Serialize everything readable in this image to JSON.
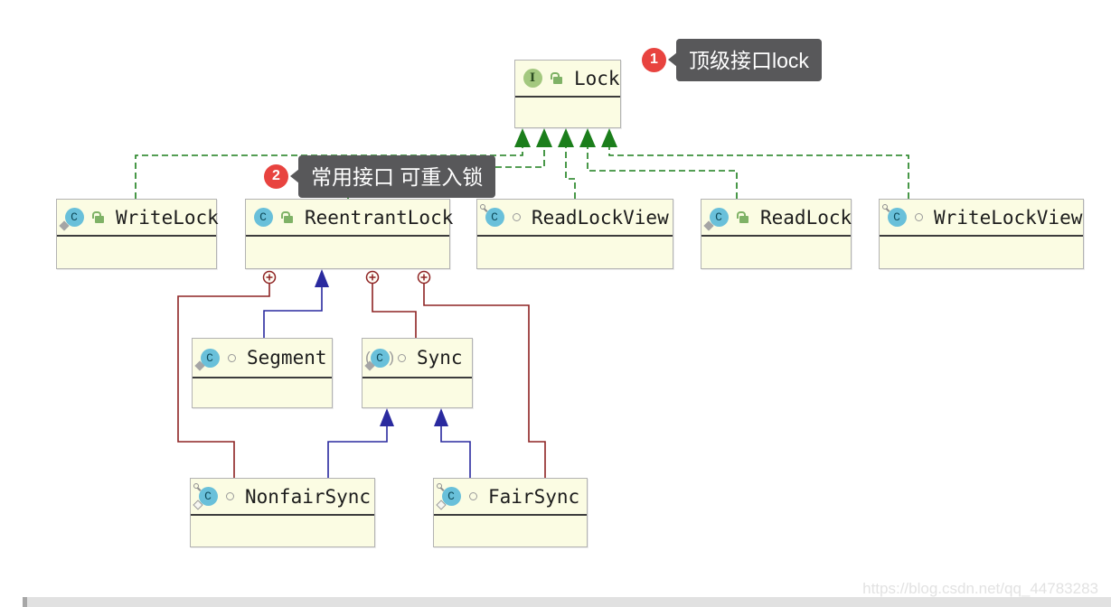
{
  "diagram": {
    "nodes": {
      "lock": {
        "name": "Lock",
        "kind": "interface",
        "visibility": "public"
      },
      "writeLock": {
        "name": "WriteLock",
        "kind": "static-class",
        "visibility": "public"
      },
      "reentrantLock": {
        "name": "ReentrantLock",
        "kind": "class",
        "visibility": "public"
      },
      "readLockView": {
        "name": "ReadLockView",
        "kind": "class",
        "visibility": "package-private"
      },
      "readLock": {
        "name": "ReadLock",
        "kind": "static-class",
        "visibility": "public"
      },
      "writeLockView": {
        "name": "WriteLockView",
        "kind": "class",
        "visibility": "package-private"
      },
      "segment": {
        "name": "Segment",
        "kind": "static-class",
        "visibility": "package-private"
      },
      "sync": {
        "name": "Sync",
        "kind": "abstract-class",
        "visibility": "package-private"
      },
      "nonfairSync": {
        "name": "NonfairSync",
        "kind": "static-class",
        "visibility": "package-private"
      },
      "fairSync": {
        "name": "FairSync",
        "kind": "static-class",
        "visibility": "package-private"
      }
    },
    "callouts": {
      "c1": {
        "number": "1",
        "text": "顶级接口lock"
      },
      "c2": {
        "number": "2",
        "text": "常用接口 可重入锁"
      }
    },
    "colors": {
      "realization_green": "#1b7e1b",
      "extends_blue": "#2a2a9f",
      "inner_class_red": "#8e2323",
      "node_fill": "#fbfce3",
      "node_border": "#b3b3b3",
      "callout_bg": "#58585a",
      "callout_badge": "#e8433f"
    }
  },
  "icons": {
    "class_letter": "C",
    "interface_letter": "I",
    "paren_left": "(",
    "paren_right": ")"
  },
  "watermark": {
    "text": "https://blog.csdn.net/qq_44783283"
  }
}
